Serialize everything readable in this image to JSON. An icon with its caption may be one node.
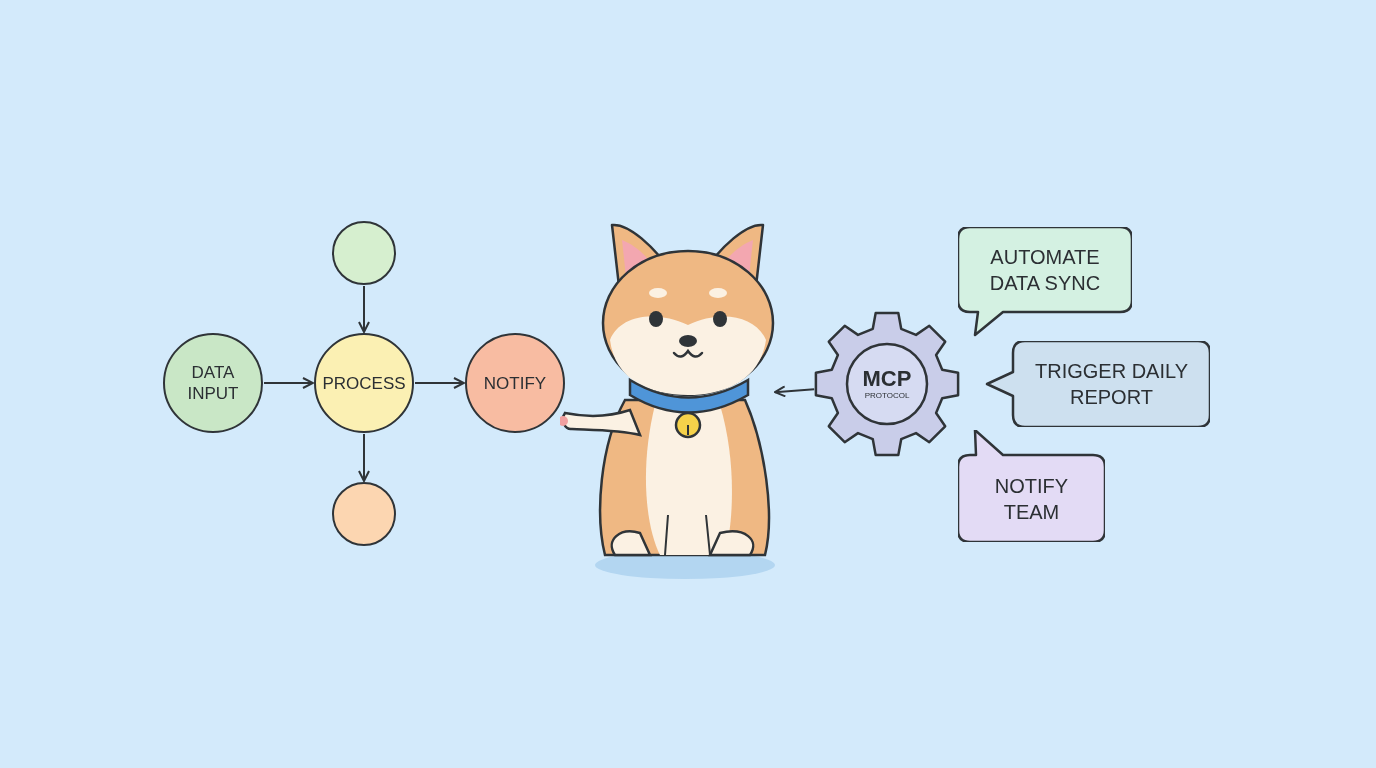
{
  "diagram": {
    "nodes": [
      {
        "text": [],
        "shape": "circle"
      },
      {
        "text": [
          "DATA INPUT"
        ]
      },
      {
        "text": [
          "PROCESS"
        ]
      },
      {
        "text": [
          "NOTIFY"
        ]
      },
      {
        "text": [],
        "shape": "circle"
      },
      {
        "text": [],
        "shape": "picture"
      },
      {
        "text": [
          "MCP",
          "PROTOCOL"
        ]
      },
      {
        "text": [
          "AUTOMATE DATA SYNC"
        ]
      },
      {
        "text": [
          "TRIGGER DAILY REPORT"
        ]
      },
      {
        "text": [
          "NOTIFY TEAM"
        ]
      }
    ],
    "edges": [
      {
        "from": 0,
        "to": 2,
        "arrow": "to"
      },
      {
        "from": 1,
        "to": 2,
        "arrow": "to"
      },
      {
        "from": 2,
        "to": 3,
        "arrow": "to"
      },
      {
        "from": 2,
        "to": 4,
        "arrow": "to"
      },
      {
        "from": 6,
        "to": 5,
        "arrow": "to"
      }
    ]
  }
}
